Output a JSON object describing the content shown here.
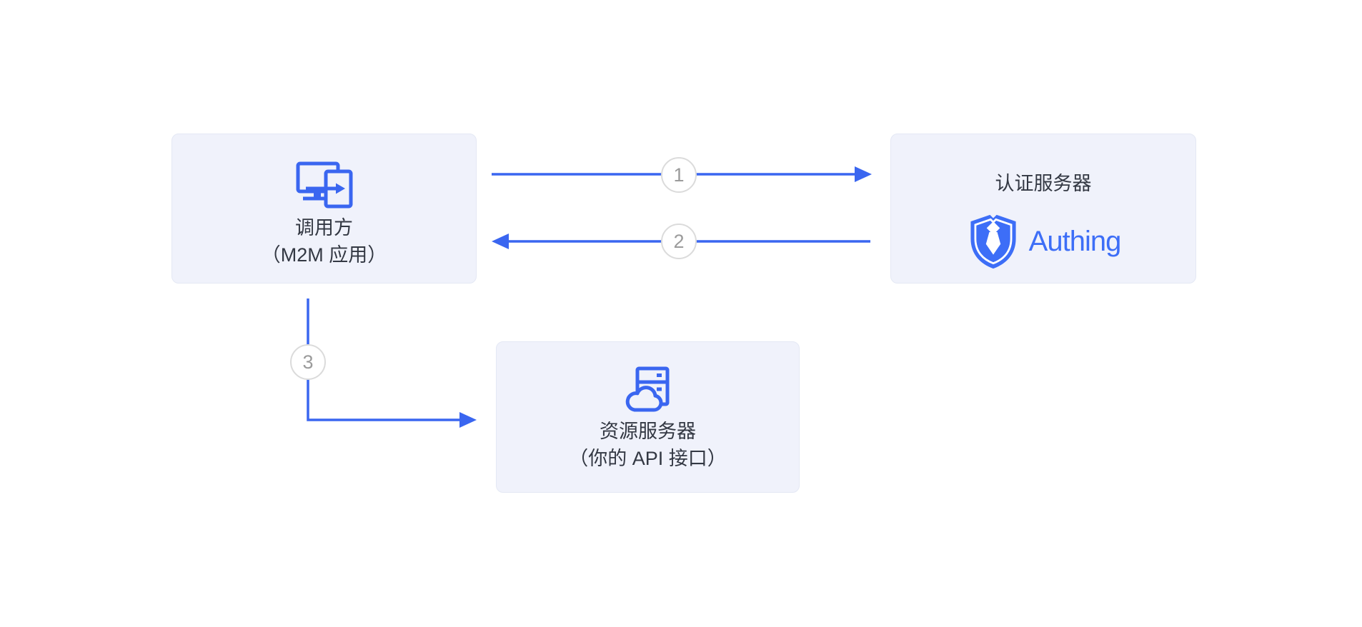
{
  "diagram": {
    "caller": {
      "name": "调用方",
      "subtitle": "（M2M 应用）",
      "icon": "m2m-app-icon"
    },
    "auth_server": {
      "title": "认证服务器",
      "brand": "Authing",
      "icon": "authing-shield-icon"
    },
    "resource_server": {
      "name": "资源服务器",
      "subtitle": "（你的 API 接口）",
      "icon": "cloud-server-icon"
    },
    "steps": [
      "1",
      "2",
      "3"
    ],
    "colors": {
      "accent_blue": "#3A66F0",
      "brand_blue": "#3D6EF7",
      "box_bg": "#F0F2FB",
      "box_border": "#E4E8F4",
      "circle_border": "#DBDBDB",
      "circle_text": "#9B9B9B",
      "text_dark": "#333843"
    }
  }
}
